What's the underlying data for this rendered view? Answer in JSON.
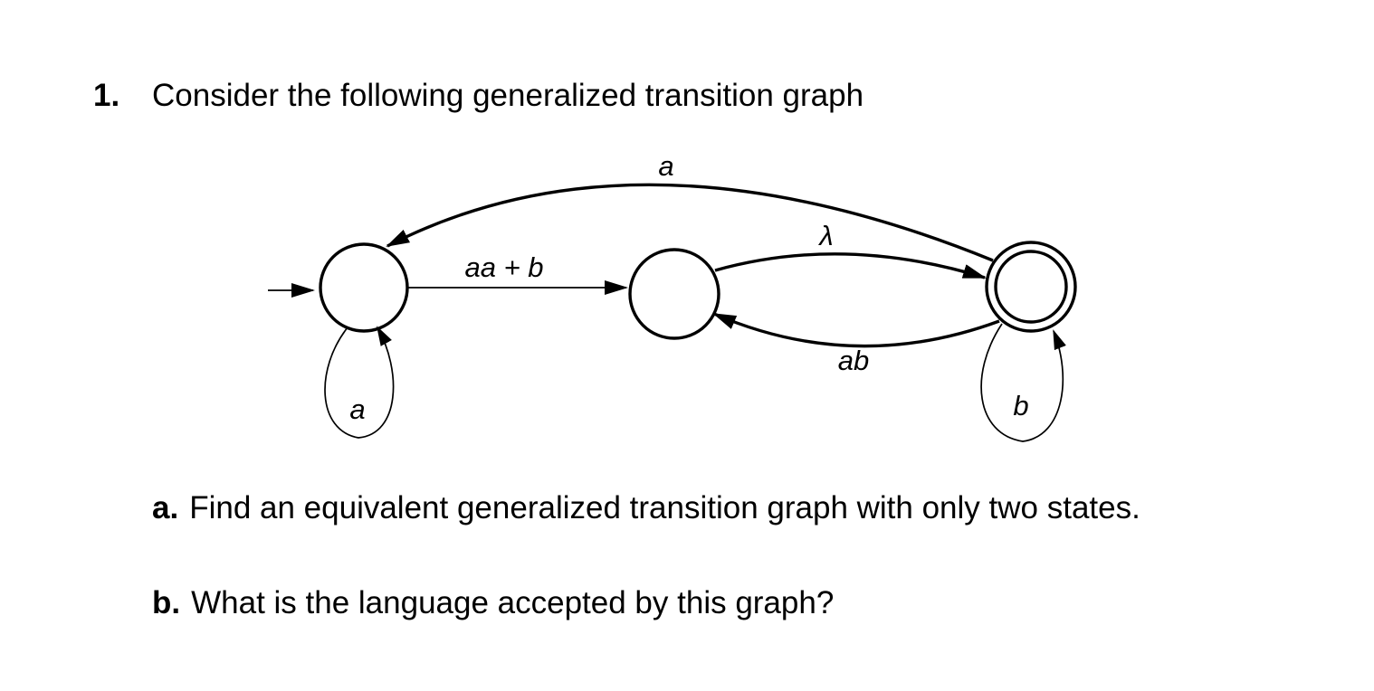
{
  "title": {
    "number": "1.",
    "text": "Consider the following generalized transition graph"
  },
  "questions": [
    {
      "label": "a.",
      "text": "Find an equivalent generalized transition graph with only two states."
    },
    {
      "label": "b.",
      "text": "What is the language accepted by this graph?"
    }
  ],
  "diagram": {
    "type": "generalized-transition-graph",
    "ink_color": "#000000",
    "background_color": "#ffffff",
    "states": [
      {
        "id": "start",
        "role": "initial",
        "accepting": false
      },
      {
        "id": "middle",
        "role": "intermediate",
        "accepting": false
      },
      {
        "id": "final",
        "role": "accepting",
        "accepting": true
      }
    ],
    "transitions": [
      {
        "from": "final",
        "to": "start",
        "label": "a"
      },
      {
        "from": "start",
        "to": "middle",
        "label": "aa + b"
      },
      {
        "from": "middle",
        "to": "final",
        "label": "λ"
      },
      {
        "from": "final",
        "to": "middle",
        "label": "ab"
      },
      {
        "from": "start",
        "to": "start",
        "label": "a"
      },
      {
        "from": "final",
        "to": "final",
        "label": "b"
      }
    ]
  }
}
